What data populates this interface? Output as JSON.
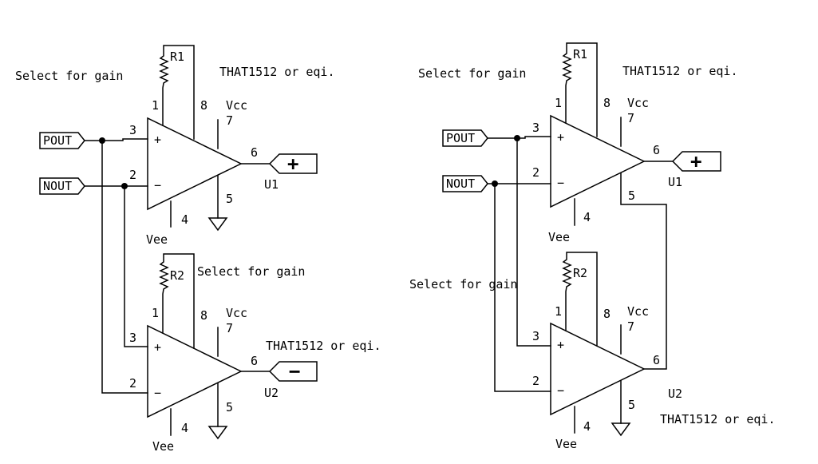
{
  "left": {
    "gain_note_1": "Select for gain",
    "gain_note_2": "Select for gain",
    "part_1": "THAT1512 or eqi.",
    "part_2": "THAT1512 or eqi.",
    "in_pos": "POUT",
    "in_neg": "NOUT",
    "u1": {
      "ref": "U1",
      "res": "R1",
      "p1": "1",
      "p2": "2",
      "p3": "3",
      "p4": "4",
      "p5": "5",
      "p6": "6",
      "p7": "7",
      "p8": "8",
      "vcc": "Vcc",
      "vee": "Vee",
      "plus": "+",
      "minus": "−",
      "out": "+"
    },
    "u2": {
      "ref": "U2",
      "res": "R2",
      "p1": "1",
      "p2": "2",
      "p3": "3",
      "p4": "4",
      "p5": "5",
      "p6": "6",
      "p7": "7",
      "p8": "8",
      "vcc": "Vcc",
      "vee": "Vee",
      "plus": "+",
      "minus": "−",
      "out": "−"
    }
  },
  "right": {
    "gain_note_1": "Select for gain",
    "gain_note_2": "Select for gain",
    "part_1": "THAT1512 or eqi.",
    "part_2": "THAT1512 or eqi.",
    "in_pos": "POUT",
    "in_neg": "NOUT",
    "u1": {
      "ref": "U1",
      "res": "R1",
      "p1": "1",
      "p2": "2",
      "p3": "3",
      "p4": "4",
      "p5": "5",
      "p6": "6",
      "p7": "7",
      "p8": "8",
      "vcc": "Vcc",
      "vee": "Vee",
      "plus": "+",
      "minus": "−",
      "out": "+"
    },
    "u2": {
      "ref": "U2",
      "res": "R2",
      "p1": "1",
      "p2": "2",
      "p3": "3",
      "p5": "5",
      "p4": "4",
      "p6": "6",
      "p7": "7",
      "p8": "8",
      "vcc": "Vcc",
      "vee": "Vee",
      "plus": "+",
      "minus": "−"
    }
  }
}
